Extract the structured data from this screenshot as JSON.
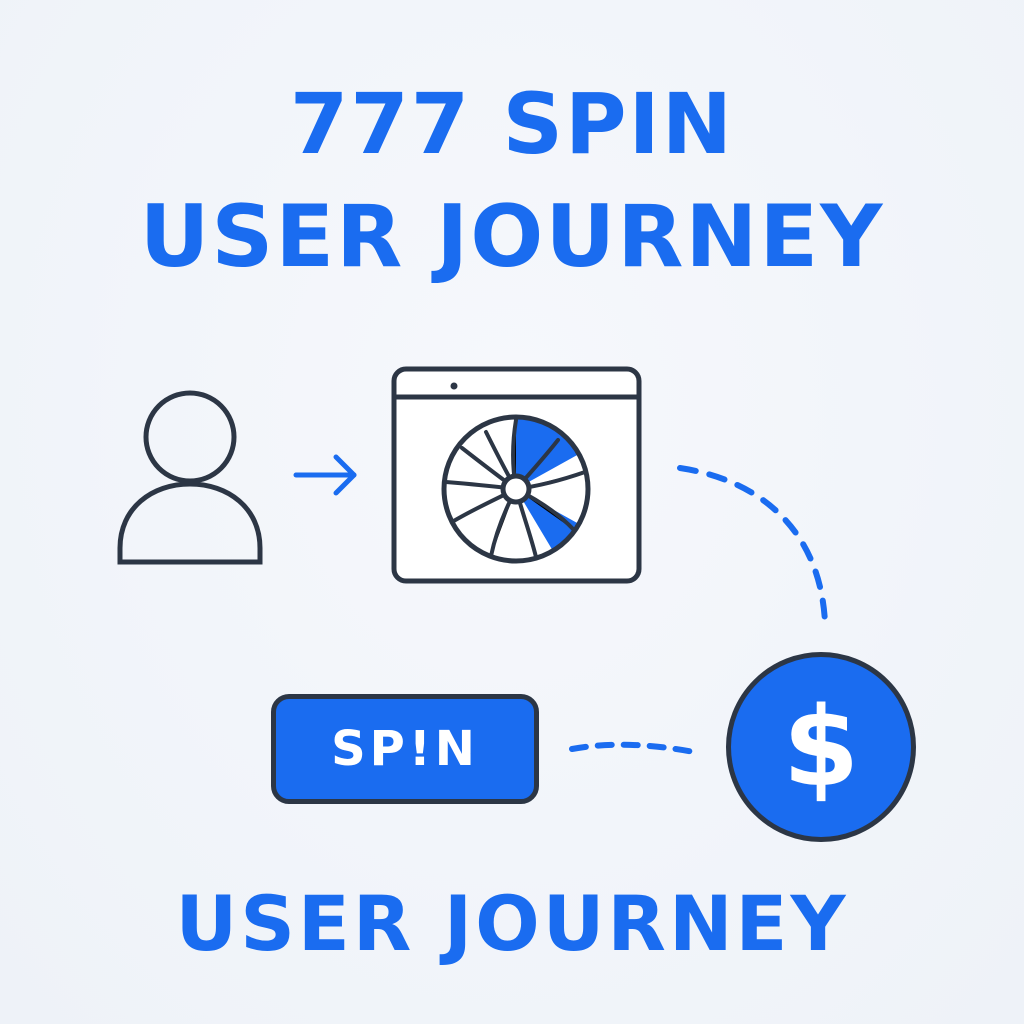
{
  "title": {
    "line1": "777 SPIN",
    "line2": "USER JOURNEY"
  },
  "footer": {
    "label": "USER JOURNEY"
  },
  "spin_button": {
    "label": "SP!N"
  },
  "coin": {
    "symbol": "$"
  },
  "icons": {
    "user": "user-icon",
    "arrow": "arrow-right-icon",
    "browser": "browser-window-icon",
    "wheel": "spin-wheel-icon",
    "coin": "dollar-coin-icon"
  },
  "colors": {
    "accent": "#1a6cf0",
    "outline": "#2c3645",
    "background": "#f1f4f9"
  }
}
